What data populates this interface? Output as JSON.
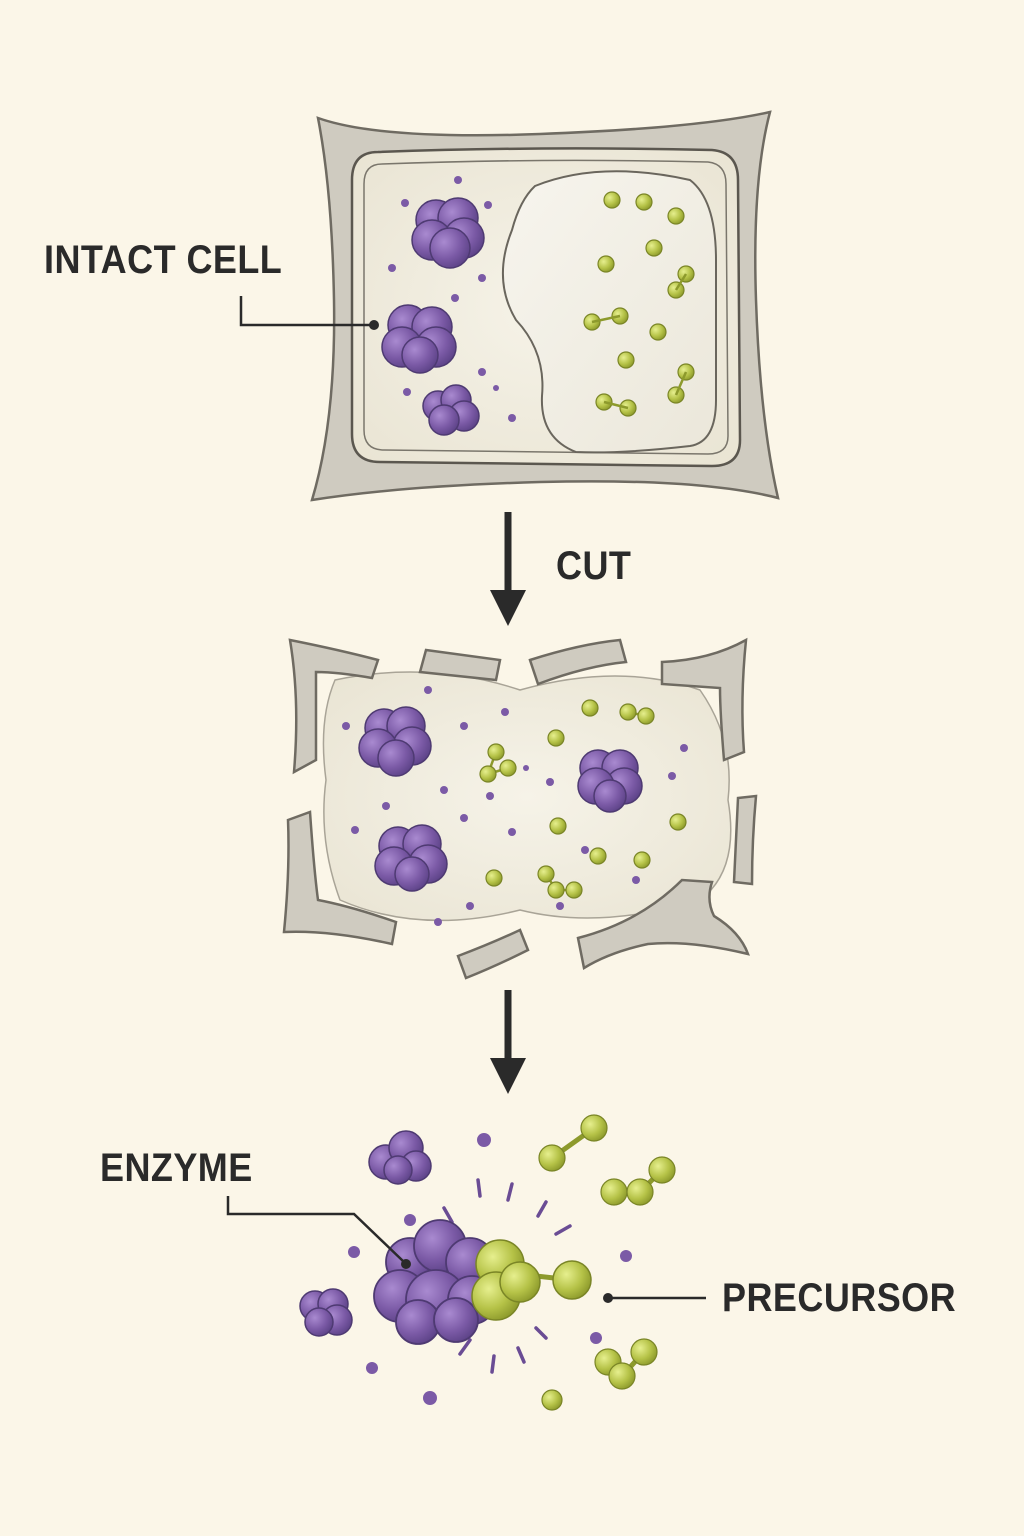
{
  "labels": {
    "intact_cell": "INTACT CELL",
    "cut": "CUT",
    "enzyme": "ENZYME",
    "precursor": "PRECURSOR"
  },
  "colors": {
    "background": "#fbf6e8",
    "cell_wall": "#cfcbc0",
    "cytoplasm": "#f1eddf",
    "enzyme_purple": "#7b5aa6",
    "precursor_green": "#b5c247",
    "ink": "#2a2a2a"
  }
}
